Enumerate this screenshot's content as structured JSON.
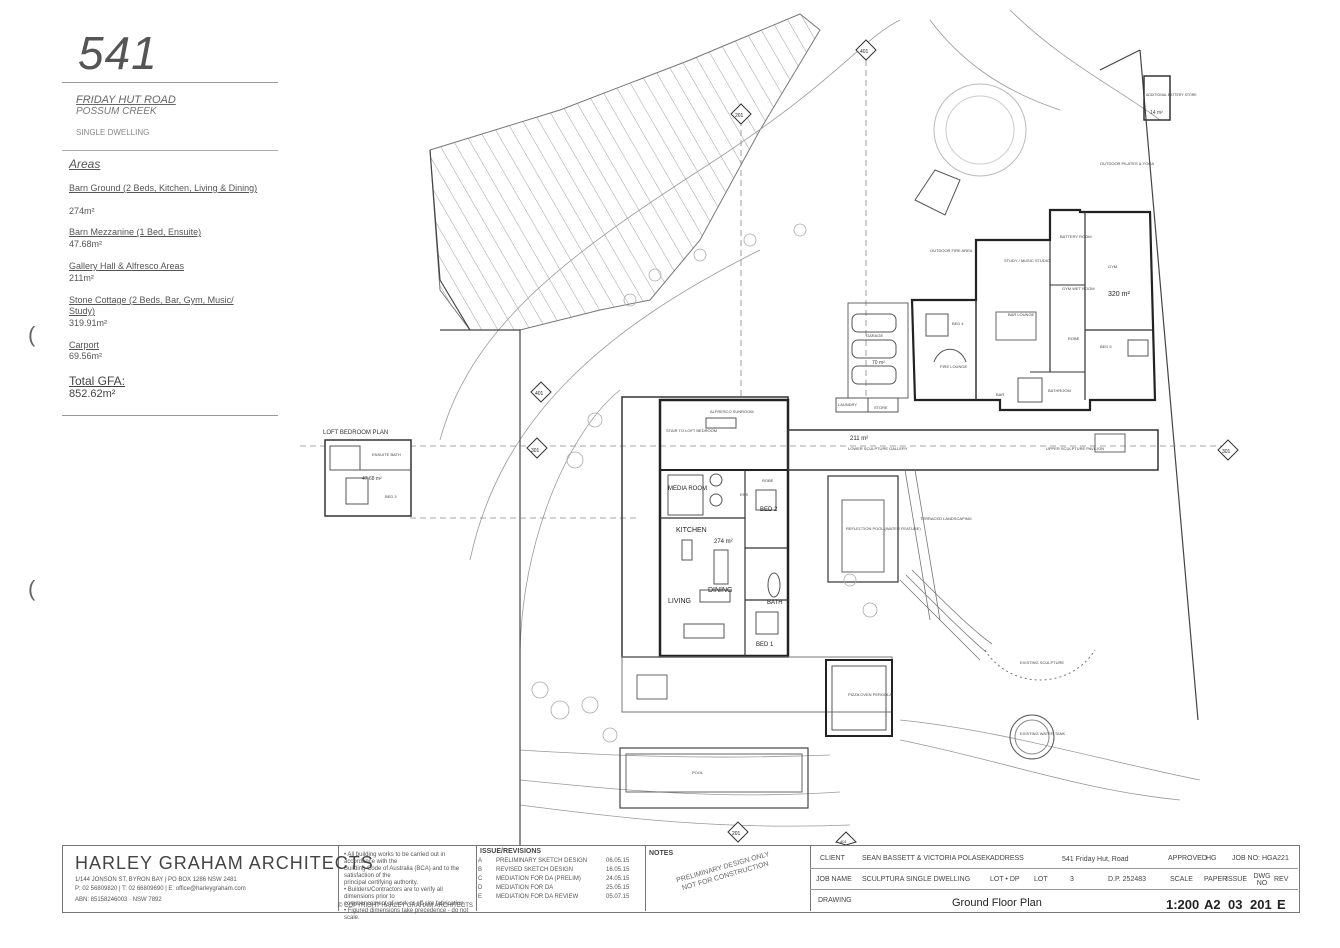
{
  "project": {
    "number": "541",
    "address_line1": "FRIDAY HUT ROAD",
    "address_line2": "POSSUM CREEK",
    "type": "SINGLE DWELLING"
  },
  "areas": {
    "heading": "Areas",
    "items": [
      {
        "name": "Barn Ground (2 Beds, Kitchen, Living & Dining)",
        "value": "274m²"
      },
      {
        "name": "Barn Mezzanine (1 Bed, Ensuite)",
        "value": "47.68m²"
      },
      {
        "name": "Gallery Hall & Alfresco Areas",
        "value": "211m²"
      },
      {
        "name": "Stone Cottage (2 Beds, Bar, Gym, Music/ Study)",
        "value": "319.91m²"
      },
      {
        "name": "Carport",
        "value": "69.56m²"
      }
    ],
    "total_label": "Total GFA:",
    "total_value": "852.62m²"
  },
  "plan": {
    "loft_title": "LOFT BEDROOM PLAN",
    "loft_area": "47.68 m²",
    "loft_bed": "BED 3",
    "loft_ensuite": "ENSUITE BATH",
    "section_marks": [
      "401",
      "201",
      "401",
      "301",
      "301",
      "401",
      "201"
    ],
    "rooms": {
      "alfresco": "ALFRESCO SUNROOM",
      "stair": "STAIR TO LOFT BEDROOM",
      "media": "MEDIA ROOM",
      "kitchen": "KITCHEN",
      "barn_area": "274 m²",
      "dining": "DINING",
      "living": "LIVING",
      "bath": "BATH",
      "bed1": "BED 1",
      "bed2": "BED 2",
      "robe": "ROBE",
      "ens": "ENS",
      "gallery_area": "211 m²",
      "gallery": "LOWER SCULPTURE GALLERY",
      "garage": "GARAGE",
      "garage_area": "70 m²",
      "laundry": "LAUNDRY",
      "store": "STORE",
      "reflection": "REFLECTION POOL (WATER FEATURE)",
      "terraced": "TERRACED LANDSCAPING",
      "pizza": "PIZZA OVEN PERGOLA",
      "pool": "POOL",
      "sculpture": "EXISTING SCULPTURE",
      "tank": "EXISTING WATER TANK",
      "outdoor_fire": "OUTDOOR FIRE AREA",
      "bed4": "BED 4",
      "bed5": "BED 5",
      "studio": "STUDY / MUSIC STUDIO",
      "bar_lounge": "BAR LOUNGE",
      "fire_lounge": "FIRE LOUNGE",
      "gym": "GYM",
      "cottage_area": "320 m²",
      "battery": "BATTERY ROOM",
      "outdoor_pilates": "OUTDOOR PILATES & YOGA",
      "additional_battery": "ADDITIONAL BATTERY STORE",
      "battery_area": "14 m²",
      "bathroom": "BATHROOM",
      "bar": "BAR",
      "gym_wet": "GYM WET ROOM",
      "robe2": "ROBE",
      "upper_gallery": "UPPER SCULPTURE PAVILION"
    }
  },
  "title_block": {
    "firm": "HARLEY GRAHAM ARCHITECTS",
    "address": "1/144 JONSON ST, BYRON BAY | PO BOX 1286 NSW 2481",
    "phone": "P: 02 56809820 | T: 02 66809690 | E: office@harleygraham.com",
    "abn": "ABN: 85158246003 · NSW 7892",
    "notes_text": [
      "• All building works to be carried out in accordance with the",
      "Building Code of Australia (BCA) and to the satisfaction of the",
      "principal certifying authority.",
      "• Builders/Contractors are to verify all dimensions prior to",
      "commencement of work or off-site fabrication.",
      "• Figured dimensions take precedence - do not scale."
    ],
    "copyright": "© COPYRIGHT HARLEY GRAHAM ARCHITECTS",
    "issue_heading": "ISSUE/REVISIONS",
    "revisions": [
      {
        "rev": "A",
        "desc": "PRELIMINARY SKETCH DESIGN",
        "date": "06.05.15"
      },
      {
        "rev": "B",
        "desc": "REVISED SKETCH DESIGN",
        "date": "16.05.15"
      },
      {
        "rev": "C",
        "desc": "MEDIATION FOR DA (PRELIM)",
        "date": "24.05.15"
      },
      {
        "rev": "D",
        "desc": "MEDIATION FOR DA",
        "date": "25.05.15"
      },
      {
        "rev": "E",
        "desc": "MEDIATION FOR DA REVIEW",
        "date": "05.07.15"
      }
    ],
    "notes_heading": "NOTES",
    "stamp_line1": "PRELIMINARY DESIGN ONLY",
    "stamp_line2": "NOT FOR CONSTRUCTION",
    "client_label": "CLIENT",
    "client": "SEAN BASSETT & VICTORIA POLASEK",
    "address_label": "ADDRESS",
    "site_address": "541 Friday Hut, Road",
    "approved_label": "APPROVED",
    "approved": "HG",
    "job_no_label": "JOB NO:",
    "job_no": "HGA221",
    "job_name_label": "JOB NAME",
    "job_name": "SCULPTURA SINGLE DWELLING",
    "lot_dp_label": "LOT • DP",
    "lot_label": "LOT",
    "lot": "3",
    "dp": "D.P. 252483",
    "scale_label": "SCALE",
    "paper_label": "PAPER",
    "issue_label": "ISSUE",
    "dwg_no_label": "DWG NO",
    "rev_label": "REV",
    "drawing_label": "DRAWING",
    "drawing": "Ground Floor Plan",
    "scale": "1:200",
    "paper": "A2",
    "issue": "03",
    "dwg_no": "201",
    "rev": "E"
  }
}
